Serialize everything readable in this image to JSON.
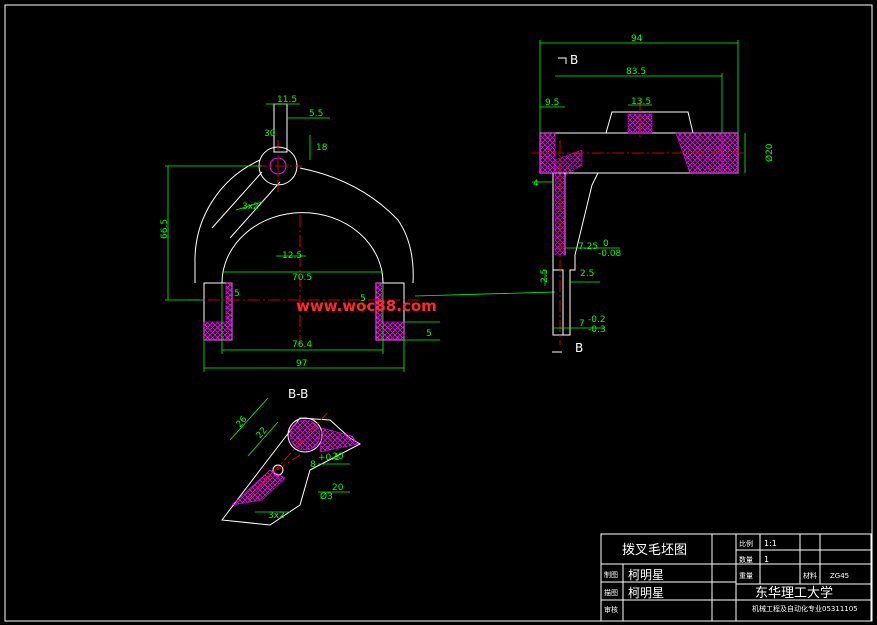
{
  "colors": {
    "background": "#000000",
    "outline": "#ffffff",
    "dimension": "#00ff00",
    "centerline": "#ff0000",
    "hatch": "#ff00ff",
    "watermark": "#ff2a2a"
  },
  "front_view": {
    "dims": {
      "d11_5": "11.5",
      "d5_5": "5.5",
      "d18": "18",
      "d30": "30",
      "d66_5": "66.5",
      "d3x2": "3x2",
      "d12_5": "12.5",
      "d70_5": "70.5",
      "d5a": "5",
      "d5b": "5",
      "d76_4": "76.4",
      "d97": "97",
      "d5c": "5"
    }
  },
  "side_view": {
    "section_mark_top": "B",
    "section_mark_bottom": "B",
    "dims": {
      "d94": "94",
      "d83_5": "83.5",
      "d9_5": "9.5",
      "d13_5": "13.5",
      "d20": "Ø20",
      "d4": "4",
      "d7_25": "7.25",
      "tol_upper_a": "0",
      "tol_lower_a": "-0.08",
      "d2_5a": "2.5",
      "d2_5b": "2.5",
      "d7": "7",
      "tol_upper_b": "-0.2",
      "tol_lower_b": "-0.3"
    }
  },
  "section_view": {
    "title": "B-B",
    "dims": {
      "d26": "26",
      "d22": "22",
      "d8": "8",
      "tol": "+0.1",
      "d20a": "20",
      "d20b": "20",
      "d3": "Ø3",
      "d3x2": "3x2"
    }
  },
  "watermark": "www.woc88.com",
  "title_block": {
    "drawing_name": "拨叉毛坯图",
    "scale_label": "比例",
    "scale_value": "1:1",
    "quantity_label": "数量",
    "quantity_value": "1",
    "weight_label": "重量",
    "material_label": "材料",
    "material_value": "ZG45",
    "drafter_label": "制图",
    "drafter_name": "柯明星",
    "designer_label": "描图",
    "designer_name": "柯明星",
    "reviewer_label": "审核",
    "school": "东华理工大学",
    "dept": "机械工程及自动化专业05311105"
  }
}
